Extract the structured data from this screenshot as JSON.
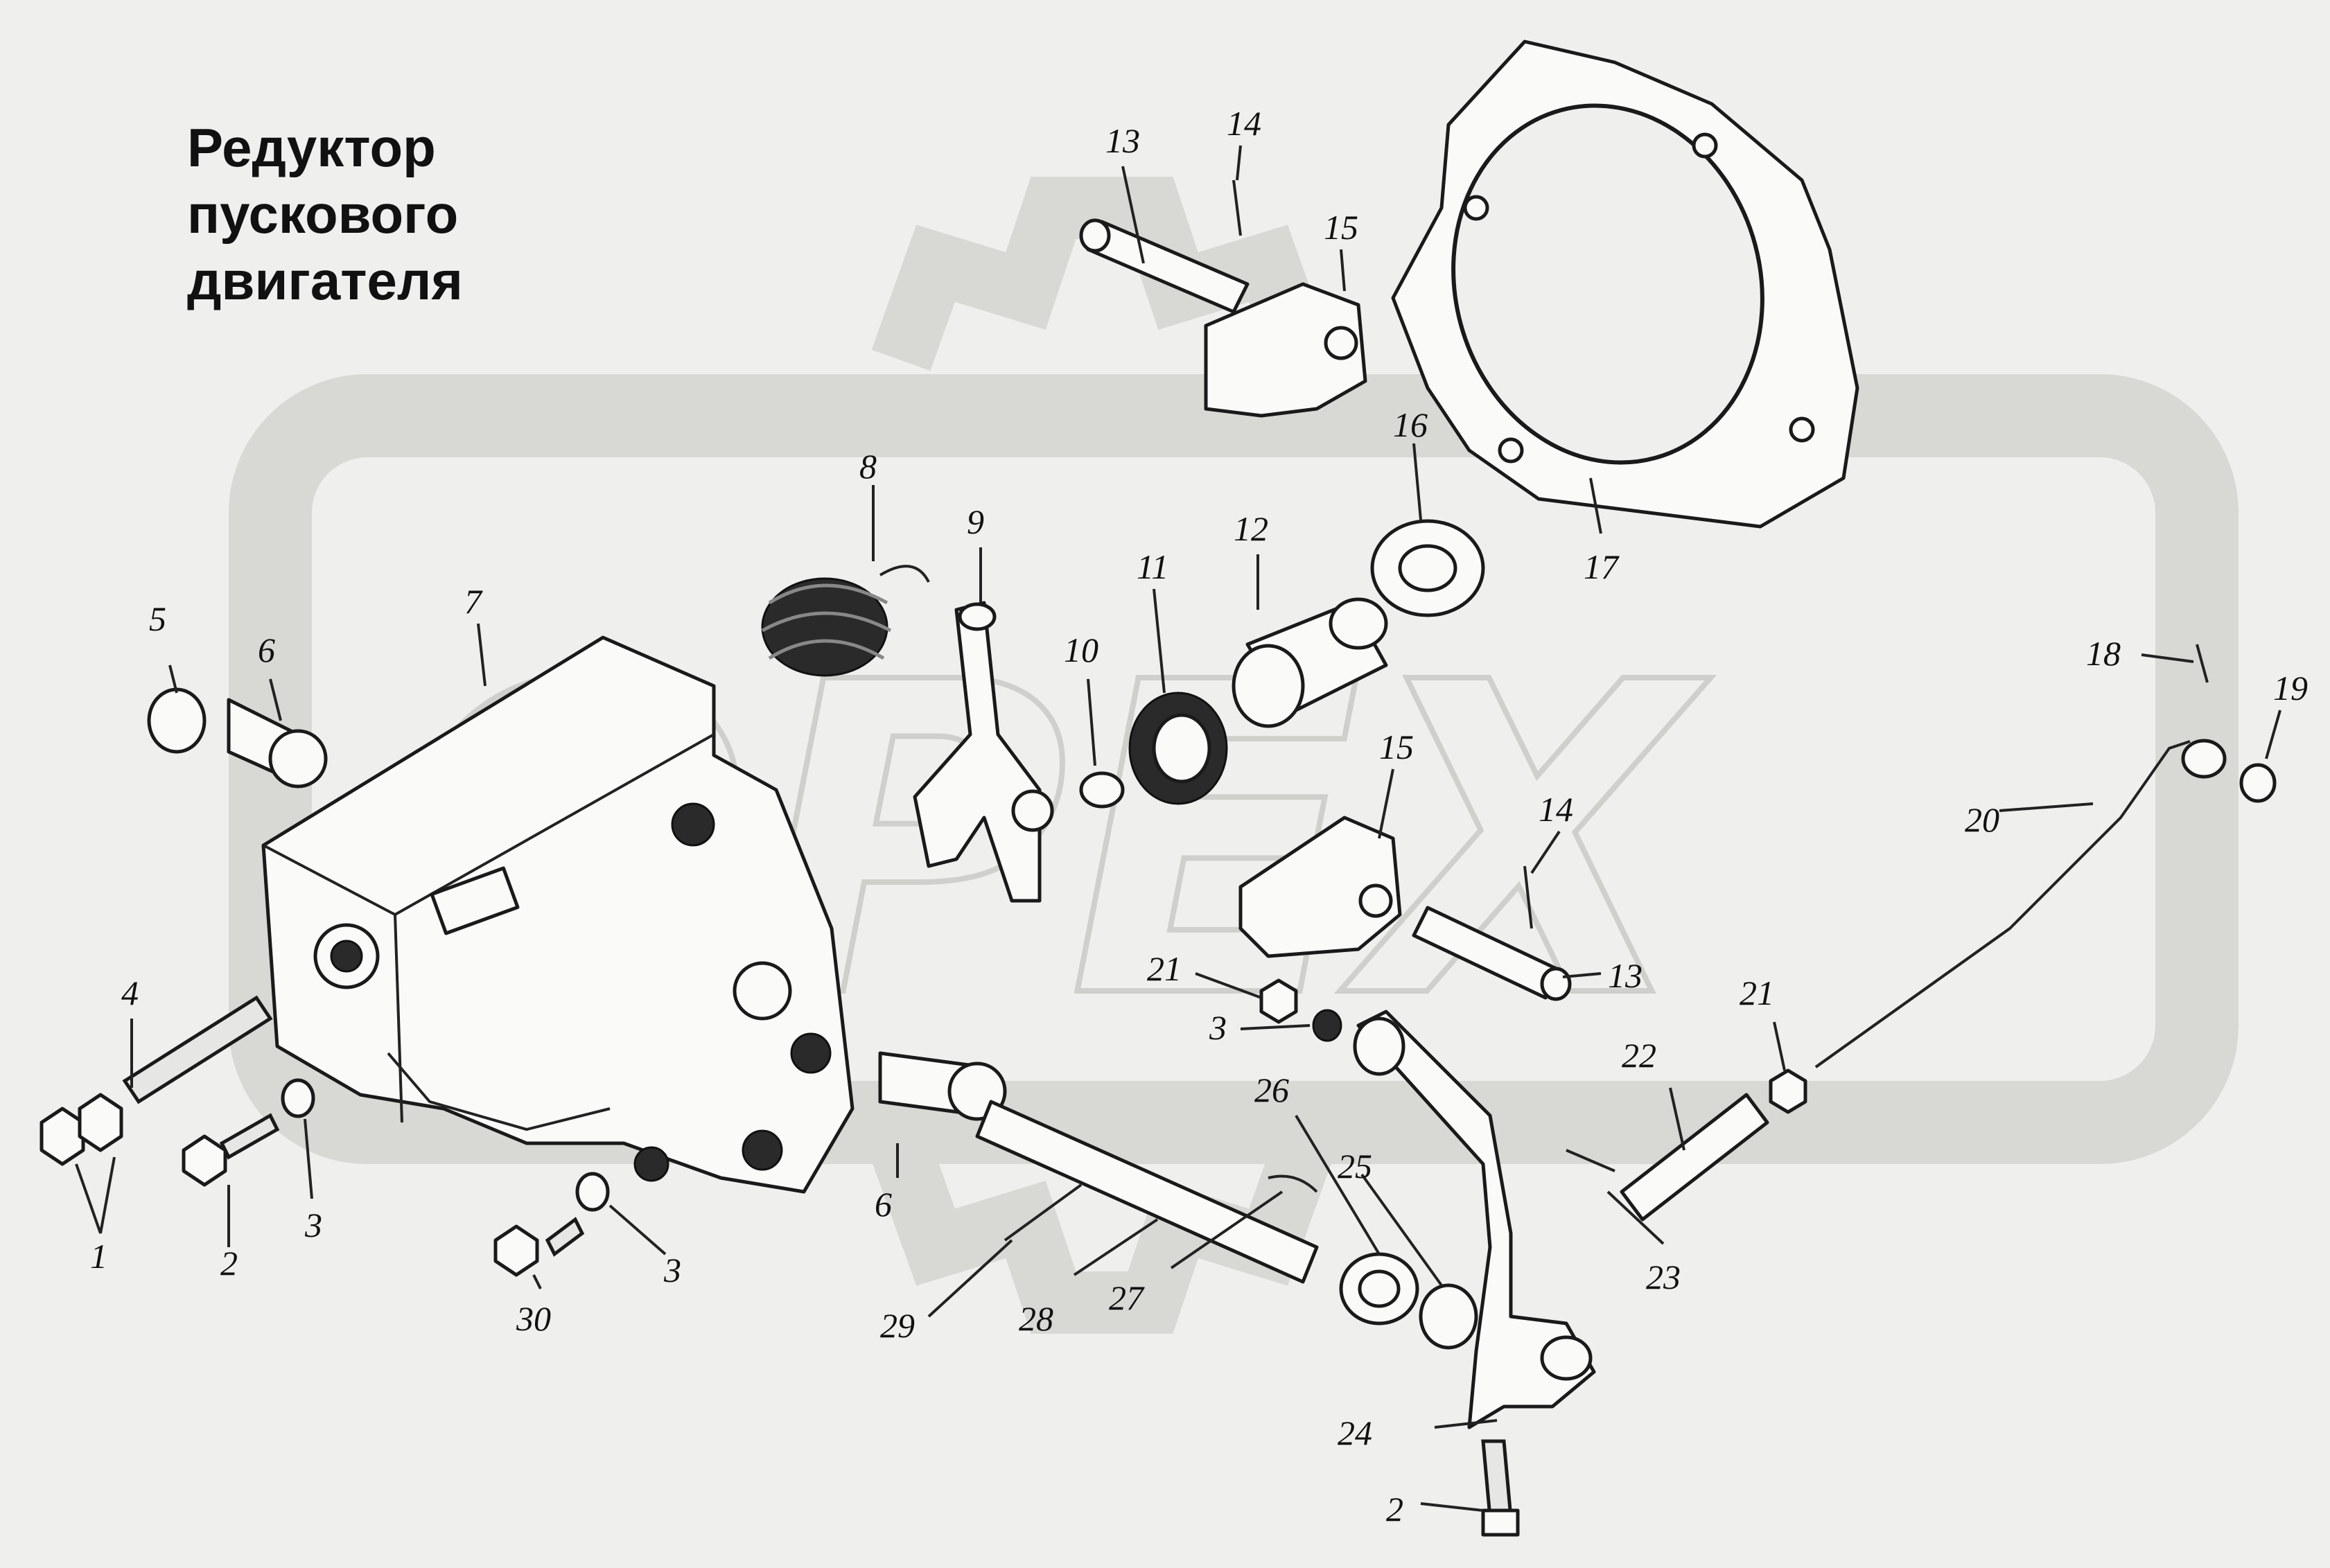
{
  "title_lines": [
    "Редуктор",
    "пускового",
    "двигателя"
  ],
  "watermark_text": "OPEX",
  "callouts": {
    "c1": "1",
    "c2a": "2",
    "c2b": "2",
    "c3a": "3",
    "c3b": "3",
    "c3c": "3",
    "c4": "4",
    "c5": "5",
    "c6a": "6",
    "c6b": "6",
    "c7": "7",
    "c8": "8",
    "c9": "9",
    "c10": "10",
    "c11": "11",
    "c12": "12",
    "c13a": "13",
    "c13b": "13",
    "c14a": "14",
    "c14b": "14",
    "c15a": "15",
    "c15b": "15",
    "c16": "16",
    "c17": "17",
    "c18": "18",
    "c19": "19",
    "c20": "20",
    "c21a": "21",
    "c21b": "21",
    "c22": "22",
    "c23": "23",
    "c24": "24",
    "c25": "25",
    "c26": "26",
    "c27": "27",
    "c28": "28",
    "c29": "29",
    "c30": "30"
  },
  "colors": {
    "background": "#efefed",
    "line": "#1a1a1a",
    "watermark": "#d8d8d5"
  }
}
